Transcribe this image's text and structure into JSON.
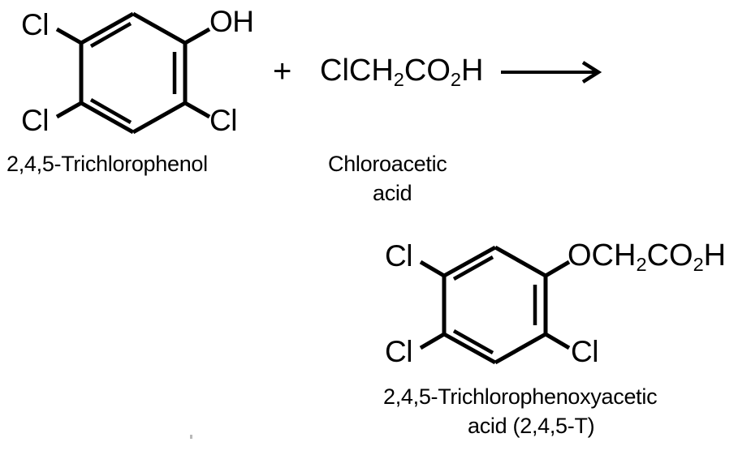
{
  "document": {
    "kind": "chemical-reaction-scheme",
    "background_color": "#ffffff",
    "ink_color": "#000000",
    "description": "Synthesis of 2,4,5-trichlorophenoxyacetic acid (2,4,5-T) from 2,4,5-trichlorophenol and chloroacetic acid"
  },
  "reactant_phenol": {
    "name": "2,4,5-Trichlorophenol",
    "caption": "2,4,5-Trichlorophenol",
    "substituents": {
      "top_left_cl": "Cl",
      "bottom_left_cl": "Cl",
      "bottom_right_cl": "Cl",
      "top_right_oh": "OH"
    },
    "ring": {
      "type": "benzene",
      "double_bond_positions": [
        "top-left-edge",
        "right-edge",
        "bottom-left-edge"
      ]
    }
  },
  "plus": {
    "symbol": "+"
  },
  "reactant_acid": {
    "formula_parts": [
      "ClCH",
      "2",
      "CO",
      "2",
      "H"
    ],
    "formula_plain": "ClCH2CO2H",
    "caption_line1": "Chloroacetic",
    "caption_line2": "acid"
  },
  "arrow": {
    "direction": "right",
    "label": ""
  },
  "product": {
    "caption_line1": "2,4,5-Trichlorophenoxyacetic",
    "caption_line2": "acid (2,4,5-T)",
    "name": "2,4,5-Trichlorophenoxyacetic acid (2,4,5-T)",
    "substituents": {
      "top_left_cl": "Cl",
      "bottom_left_cl": "Cl",
      "bottom_right_cl": "Cl"
    },
    "side_chain_parts": [
      "OCH",
      "2",
      "CO",
      "2",
      "H"
    ],
    "side_chain_plain": "OCH2CO2H",
    "ring": {
      "type": "benzene",
      "double_bond_positions": [
        "top-left-edge",
        "right-edge",
        "bottom-left-edge"
      ]
    }
  }
}
